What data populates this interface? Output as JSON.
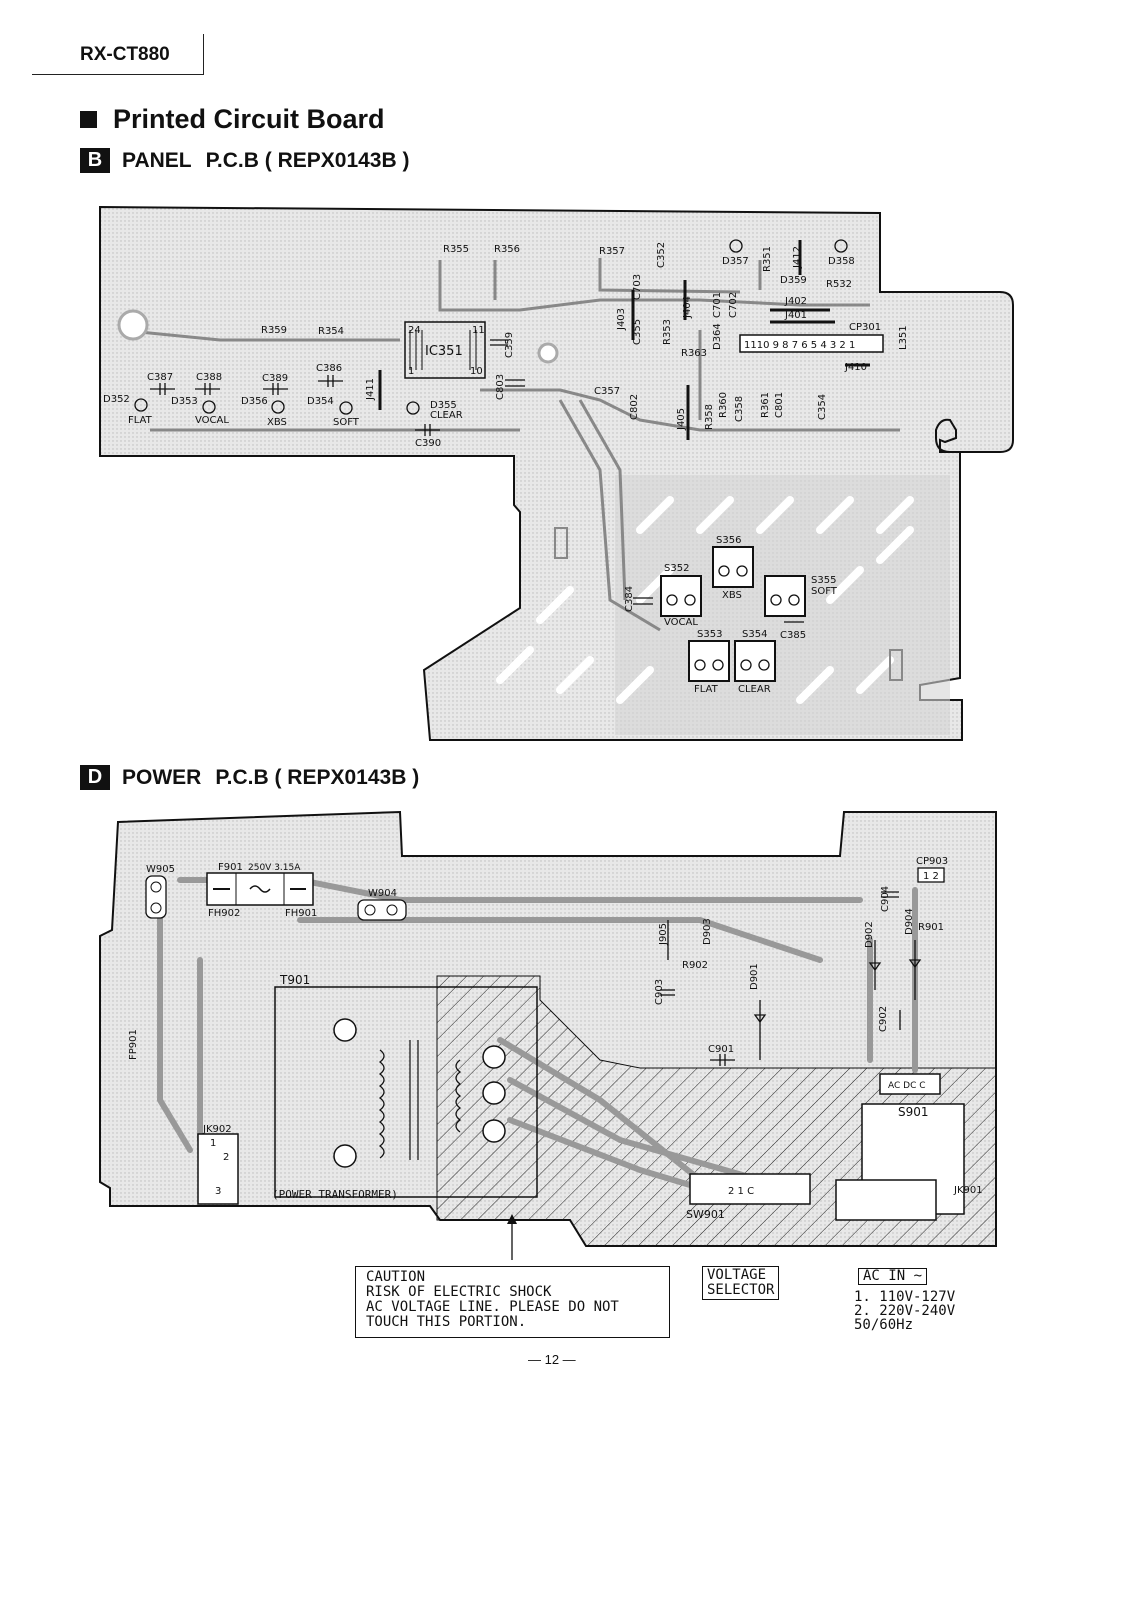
{
  "header": {
    "model": "RX-CT880",
    "title": "Printed Circuit Board"
  },
  "sections": [
    {
      "badge": "B",
      "board": "PANEL",
      "pcb": "P.C.B ( REPX0143B )"
    },
    {
      "badge": "D",
      "board": "POWER",
      "pcb": "P.C.B ( REPX0143B )"
    }
  ],
  "panel_labels": {
    "r355": "R355",
    "r356": "R356",
    "r357": "R357",
    "c352": "C352",
    "d357": "D357",
    "r351": "R351",
    "j412": "J412",
    "d358": "D358",
    "d359": "D359",
    "j402": "J402",
    "j401": "J401",
    "r532": "R532",
    "c703": "C703",
    "j403": "J403",
    "j404": "J404",
    "r353": "R353",
    "c355": "C355",
    "c701": "C701",
    "c702": "C702",
    "d364": "D364",
    "r363": "R363",
    "cp301": "CP301",
    "cp301_pins": "1110 9 8 7 6 5 4 3 2 1",
    "l351": "L351",
    "j410": "J410",
    "r359": "R359",
    "r354": "R354",
    "ic_pin24": "24",
    "ic_pin11": "11",
    "ic351": "IC351",
    "ic_pin1": "1",
    "ic_pin10": "10",
    "c359": "C359",
    "c803": "C803",
    "c387": "C387",
    "c388": "C388",
    "c389": "C389",
    "c386": "C386",
    "j411": "J411",
    "d352": "D352",
    "flat": "FLAT",
    "d353": "D353",
    "vocal": "VOCAL",
    "d356": "D356",
    "xbs": "XBS",
    "d354": "D354",
    "soft": "SOFT",
    "d355": "D355",
    "clear": "CLEAR",
    "c390": "C390",
    "c357": "C357",
    "c802": "C802",
    "j405": "J405",
    "r358": "R358",
    "r360": "R360",
    "c358": "C358",
    "r361": "R361",
    "c801": "C801",
    "c354": "C354",
    "s356": "S356",
    "s352": "S352",
    "s355": "S355",
    "sw_xbs": "XBS",
    "sw_soft": "SOFT",
    "c384": "C384",
    "sw_vocal": "VOCAL",
    "c385": "C385",
    "s353": "S353",
    "s354": "S354",
    "sw_flat": "FLAT",
    "sw_clear": "CLEAR"
  },
  "power_labels": {
    "w905": "W905",
    "f901": "F901",
    "fuse_rating": "250V 3.15A",
    "fh902": "FH902",
    "fh901": "FH901",
    "w904": "W904",
    "cp903": "CP903",
    "cp903_pins": "1 2",
    "c904": "C904",
    "d904": "D904",
    "d902": "D902",
    "r901": "R901",
    "j905": "J905",
    "d903": "D903",
    "r902": "R902",
    "c903": "C903",
    "d901": "D901",
    "c902": "C902",
    "t901": "T901",
    "fp901": "FP901",
    "c901": "C901",
    "ac_dc_c": "AC DC C",
    "s901": "S901",
    "jk902": "JK902",
    "pin1": "1",
    "pin2": "2",
    "pin3": "3",
    "power_transformer": "(POWER TRANSFORMER)",
    "sw901_pins": "2  1  C",
    "sw901": "SW901",
    "jk901": "JK901"
  },
  "notes": {
    "caution": "CAUTION\nRISK OF ELECTRIC SHOCK\nAC VOLTAGE LINE. PLEASE DO NOT\nTOUCH THIS PORTION.",
    "voltage_selector": "VOLTAGE\nSELECTOR",
    "ac_in": "AC IN ~",
    "ac_values": "1. 110V-127V\n2. 220V-240V\n50/60Hz"
  },
  "page_number": "— 12 —"
}
